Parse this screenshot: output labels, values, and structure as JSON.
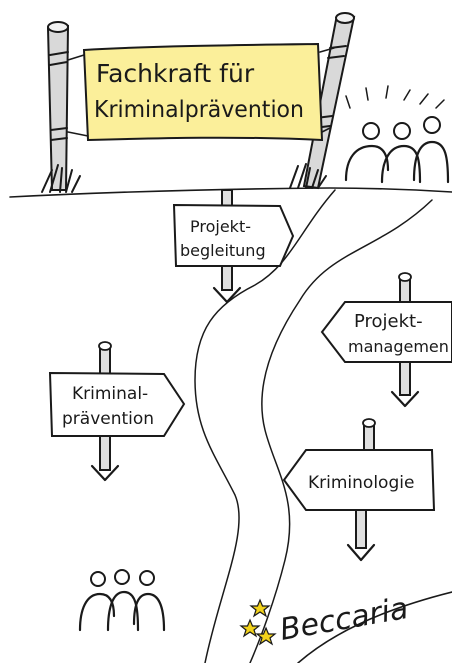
{
  "banner": {
    "line1": "Fachkraft für",
    "line2": "Kriminalprävention",
    "fill_color": "#fbef9a"
  },
  "signs": [
    {
      "id": "projektbegleitung",
      "line1": "Projekt-",
      "line2": "begleitung",
      "direction": "right"
    },
    {
      "id": "projektmanagement",
      "line1": "Projekt-",
      "line2": "managemen",
      "direction": "left"
    },
    {
      "id": "kriminalpraevention",
      "line1": "Kriminal-",
      "line2": "prävention",
      "direction": "right"
    },
    {
      "id": "kriminologie",
      "line1": "Kriminologie",
      "line2": "",
      "direction": "left"
    }
  ],
  "logo": {
    "text": "Beccaria",
    "star_color": "#f2d21b"
  },
  "icons": [
    "people-group-icon",
    "arrow-down-icon",
    "star-icon"
  ]
}
